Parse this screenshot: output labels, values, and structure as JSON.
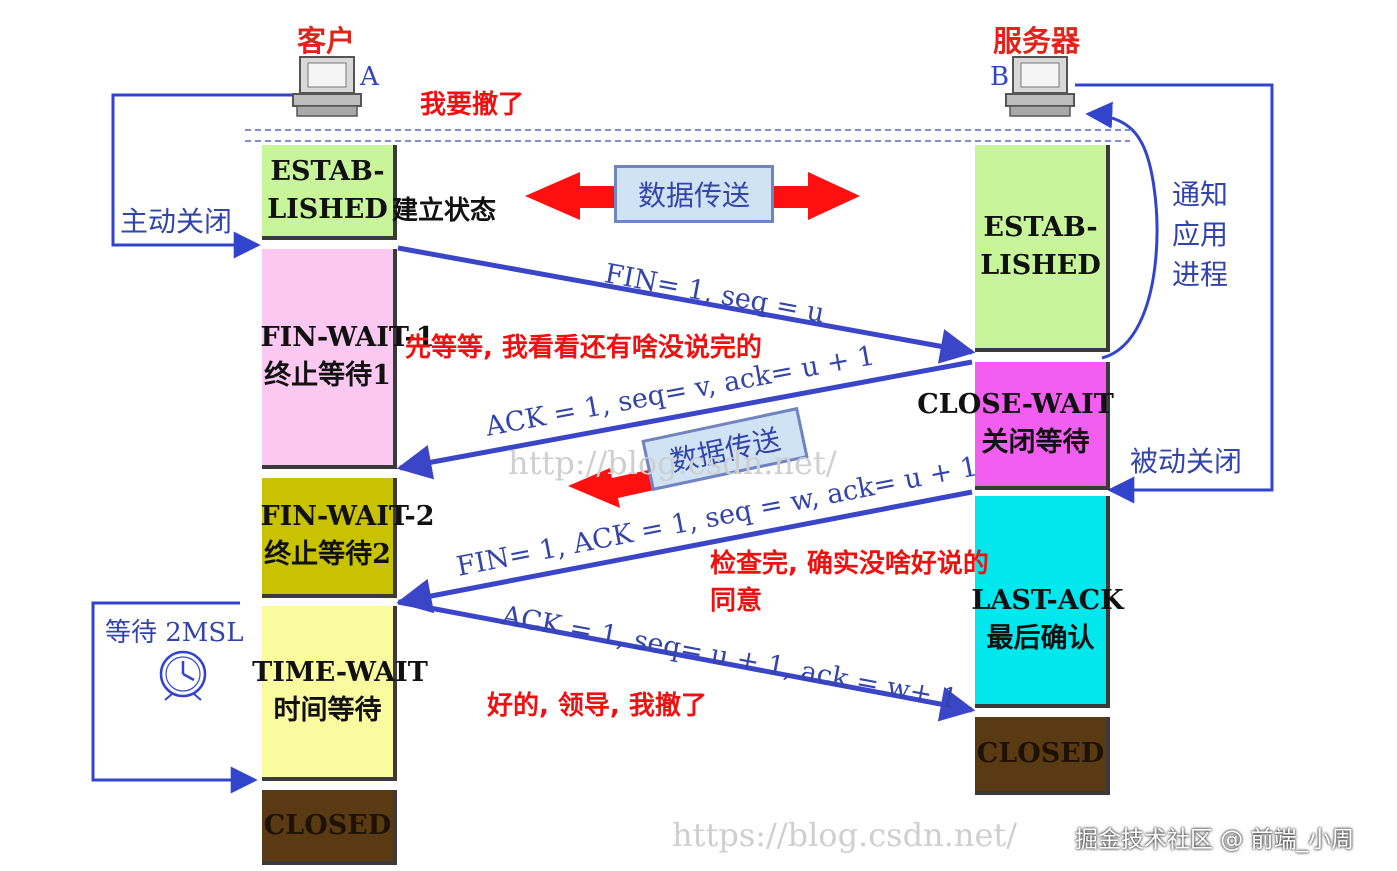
{
  "hosts": {
    "client_title": "客户",
    "client_letter": "A",
    "server_title": "服务器",
    "server_letter": "B",
    "client_icon": "computer-icon",
    "server_icon": "computer-icon"
  },
  "client_states": [
    {
      "line1": "ESTAB-",
      "line2": "LISHED",
      "line3": "",
      "color": "#c8f59a"
    },
    {
      "line1": "FIN-WAIT-1",
      "line2": "终止等待1",
      "line3": "",
      "color": "#fac8f0"
    },
    {
      "line1": "FIN-WAIT-2",
      "line2": "终止等待2",
      "line3": "",
      "color": "#c9c200"
    },
    {
      "line1": "TIME-WAIT",
      "line2": "时间等待",
      "line3": "",
      "color": "#fafa9e"
    },
    {
      "line1": "CLOSED",
      "line2": "",
      "line3": "",
      "color": "#5a3a12"
    }
  ],
  "server_states": [
    {
      "line1": "ESTAB-",
      "line2": "LISHED",
      "color": "#c8f59a"
    },
    {
      "line1": "CLOSE-WAIT",
      "line2": "关闭等待",
      "color": "#f25ff0"
    },
    {
      "line1": "LAST-ACK",
      "line2": "最后确认",
      "color": "#00e8ee"
    },
    {
      "line1": "CLOSED",
      "line2": "",
      "color": "#5a3a12"
    }
  ],
  "labels": {
    "established_state": "建立状态",
    "active_close": "主动关闭",
    "passive_close": "被动关闭",
    "notify_app": [
      "通知",
      "应用",
      "进程"
    ],
    "wait_2msl": "等待 2MSL",
    "data_transfer_1": "数据传送",
    "data_transfer_2": "数据传送",
    "clock_icon": "clock-icon"
  },
  "messages": {
    "m1": "FIN= 1, seq = u",
    "m2": "ACK = 1, seq= v, ack= u + 1",
    "m3": "FIN= 1, ACK = 1, seq = w, ack= u + 1",
    "m4": "ACK = 1, seq= u + 1, ack = w+ 1"
  },
  "notes": {
    "n1": "我要撤了",
    "n2": "先等等, 我看看还有啥没说完的",
    "n3a": "检查完, 确实没啥好说的",
    "n3b": "同意",
    "n4": "好的, 领导, 我撤了"
  },
  "watermarks": {
    "mid": "http://blog.csdn.net/",
    "bottom": "https://blog.csdn.net/",
    "credit": "掘金技术社区 @ 前端_小周"
  },
  "colors": {
    "arrow_blue": "#3a45c8",
    "line_blue": "#3344cc",
    "red": "#ee1111",
    "dash": "#7f8fcf"
  }
}
